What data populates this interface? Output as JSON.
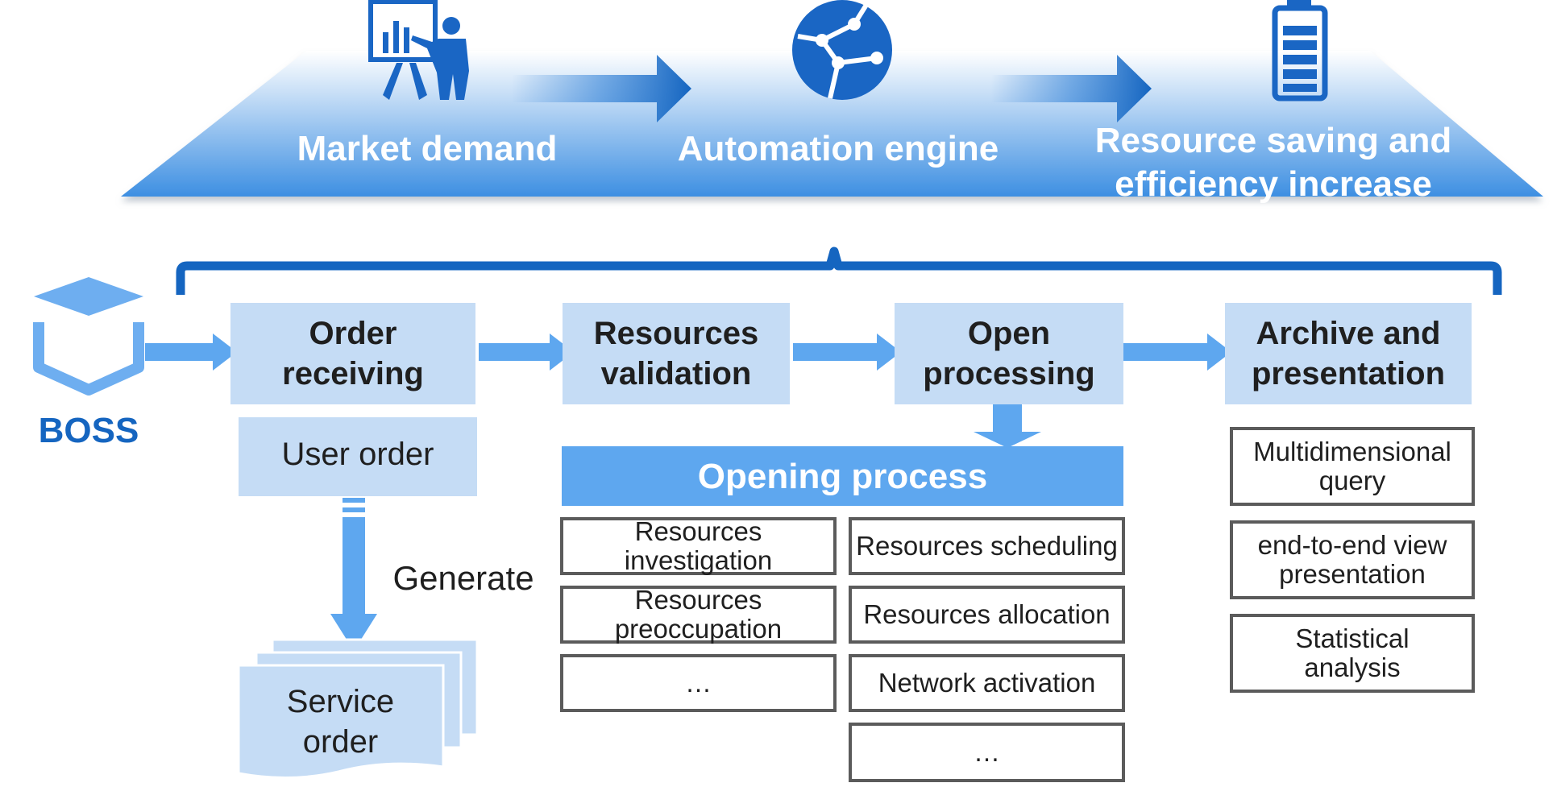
{
  "banner": {
    "steps": [
      {
        "label": "Market demand",
        "icon": "presentation-icon"
      },
      {
        "label": "Automation engine",
        "icon": "network-globe-icon"
      },
      {
        "label": "Resource saving and efficiency increase",
        "icon": "battery-icon"
      }
    ]
  },
  "boss": {
    "label": "BOSS",
    "icon": "cube-icon"
  },
  "stages": [
    {
      "label": "Order receiving"
    },
    {
      "label": "Resources validation"
    },
    {
      "label": "Open processing"
    },
    {
      "label": "Archive and presentation"
    }
  ],
  "order": {
    "user_order": "User order",
    "generate": "Generate",
    "service_order": "Service order"
  },
  "opening_process": {
    "title": "Opening process",
    "left": [
      "Resources investigation",
      "Resources preoccupation",
      "…"
    ],
    "right": [
      "Resources scheduling",
      "Resources allocation",
      "Network activation",
      "…"
    ]
  },
  "archive_items": [
    "Multidimensional query",
    "end-to-end view presentation",
    "Statistical analysis"
  ],
  "colors": {
    "primary_blue": "#1565c0",
    "light_blue": "#5ea7ef",
    "pale_blue": "#c5dcf5",
    "box_border": "#5b5b5b"
  }
}
